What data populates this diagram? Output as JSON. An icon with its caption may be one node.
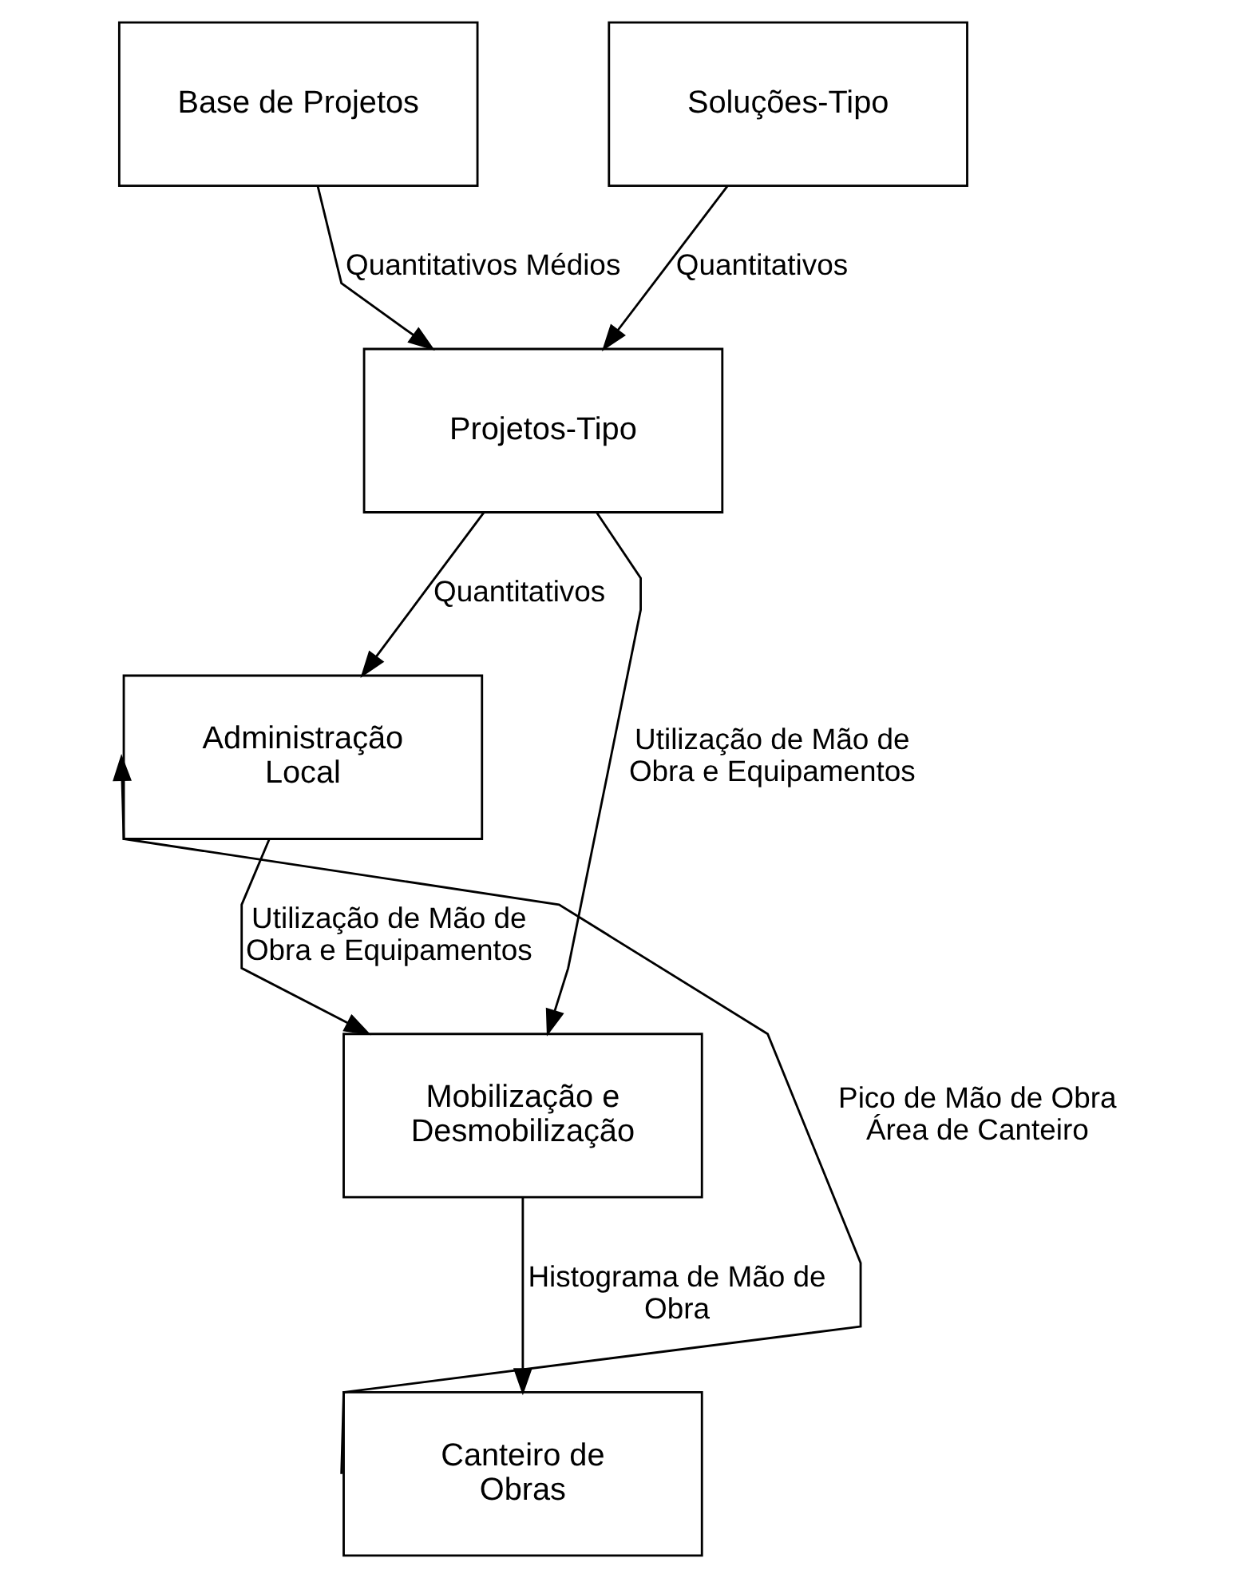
{
  "diagram": {
    "nodes": [
      {
        "text": [
          "Base de Projetos"
        ]
      },
      {
        "text": [
          "Soluções-Tipo"
        ]
      },
      {
        "text": [
          "Projetos-Tipo"
        ]
      },
      {
        "text": [
          "Administração Local"
        ]
      },
      {
        "text": [
          "Mobilização e Desmobilização"
        ]
      },
      {
        "text": [
          "Canteiro de Obras"
        ]
      }
    ],
    "edges": [
      {
        "from": 0,
        "to": 2,
        "arrow": "to",
        "label": "Quantitativos Médios"
      },
      {
        "from": 1,
        "to": 2,
        "arrow": "to",
        "label": "Quantitativos"
      },
      {
        "from": 2,
        "to": 3,
        "arrow": "to",
        "label": "Quantitativos"
      },
      {
        "from": 2,
        "to": 4,
        "arrow": "to",
        "label": "Utilização de Mão de Obra e Equipamentos"
      },
      {
        "from": 3,
        "to": 4,
        "arrow": "to",
        "label": "Utilização de Mão de Obra e Equipamentos"
      },
      {
        "from": 4,
        "to": 5,
        "arrow": "to",
        "label": "Histograma de Mão de Obra"
      },
      {
        "from": 5,
        "to": 3,
        "arrow": "to",
        "label": "Pico de Mão de Obra Área de Canteiro"
      }
    ]
  }
}
